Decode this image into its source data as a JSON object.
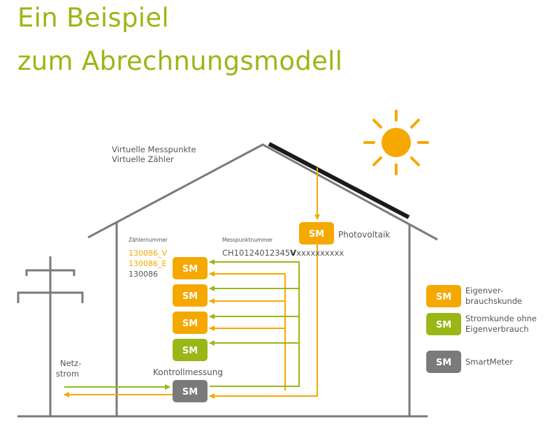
{
  "title": {
    "line1": "Ein Beispiel",
    "line2": "zum Abrechnungsmodell"
  },
  "diagram": {
    "virtual_label": {
      "line1": "Virtuelle Messpunkte",
      "line2": "Virtuelle Zähler"
    },
    "pv_label": "Photovoltaik",
    "meter_header": "Zählernummer",
    "meter_numbers": [
      "130086_V",
      "130086_E",
      "130086"
    ],
    "meter_number_colors": [
      "#f5a800",
      "#f5a800",
      "#555555"
    ],
    "point_header": "Messpunktnummer",
    "point_number": {
      "prefix": "CH10124012345",
      "bold": "V",
      "suffix": "xxxxxxxxxx"
    },
    "grid_label": {
      "line1": "Netz-",
      "line2": "strom"
    },
    "control_label": "Kontrollmessung",
    "sm_text": "SM"
  },
  "legend": [
    {
      "color": "#f5a800",
      "sm": "SM",
      "line1": "Eigenver-",
      "line2": "brauchskunde"
    },
    {
      "color": "#9ab716",
      "sm": "SM",
      "line1": "Stromkunde ohne",
      "line2": "Eigenverbrauch"
    },
    {
      "color": "#7a7a7a",
      "sm": "SM",
      "line1": "SmartMeter",
      "line2": ""
    }
  ],
  "colors": {
    "orange": "#f5a800",
    "green": "#9ab716",
    "gray": "#7a7a7a",
    "title": "#9ab716"
  }
}
